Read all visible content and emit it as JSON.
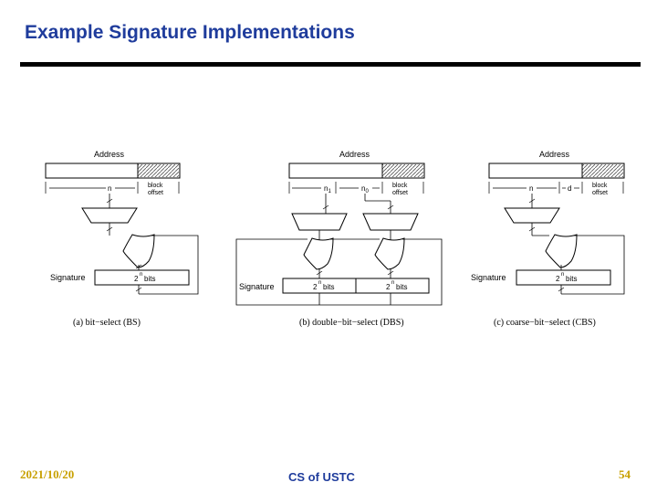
{
  "slide": {
    "title": "Example Signature Implementations",
    "date": "2021/10/20",
    "center_footer": "CS of USTC",
    "page_number": "54"
  },
  "figure": {
    "address_label": "Address",
    "block_offset_label_1": "block",
    "block_offset_label_2": "offset",
    "signature_label": "Signature",
    "bits_label": "bits",
    "power": "n",
    "n_label": "n",
    "n1_label": "n",
    "n1_sub": "1",
    "n0_label": "n",
    "n0_sub": "0",
    "d_label": "d",
    "caption_a": "(a) bit−select (BS)",
    "caption_b": "(b) double−bit−select (DBS)",
    "caption_c": "(c) coarse−bit−select (CBS)"
  }
}
